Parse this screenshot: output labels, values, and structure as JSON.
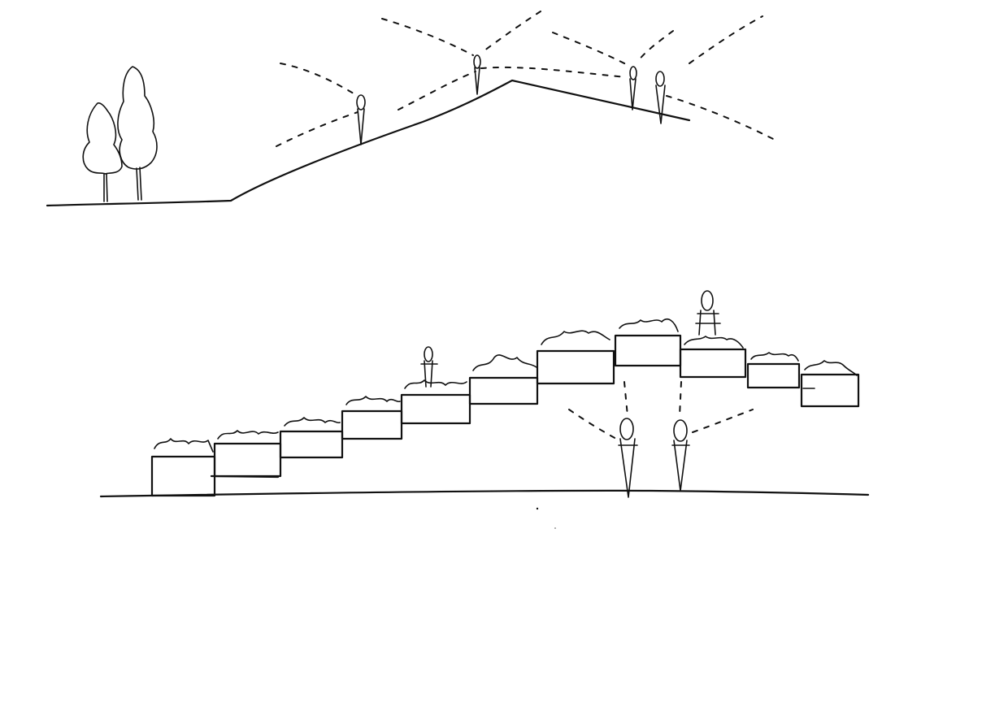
{
  "sketch": {
    "panels": [
      {
        "id": "upper",
        "elements": [
          "tree-icon",
          "tree-icon",
          "sloped-hill-ground",
          "person-icon",
          "person-icon",
          "person-icon",
          "person-icon",
          "sightline-dashes"
        ]
      },
      {
        "id": "lower",
        "elements": [
          "stepped-planter-terraces",
          "person-icon",
          "person-icon",
          "person-icon",
          "person-icon",
          "sightline-dashes"
        ]
      }
    ],
    "colors": {
      "ink": "#111111",
      "paper": "#ffffff"
    }
  }
}
